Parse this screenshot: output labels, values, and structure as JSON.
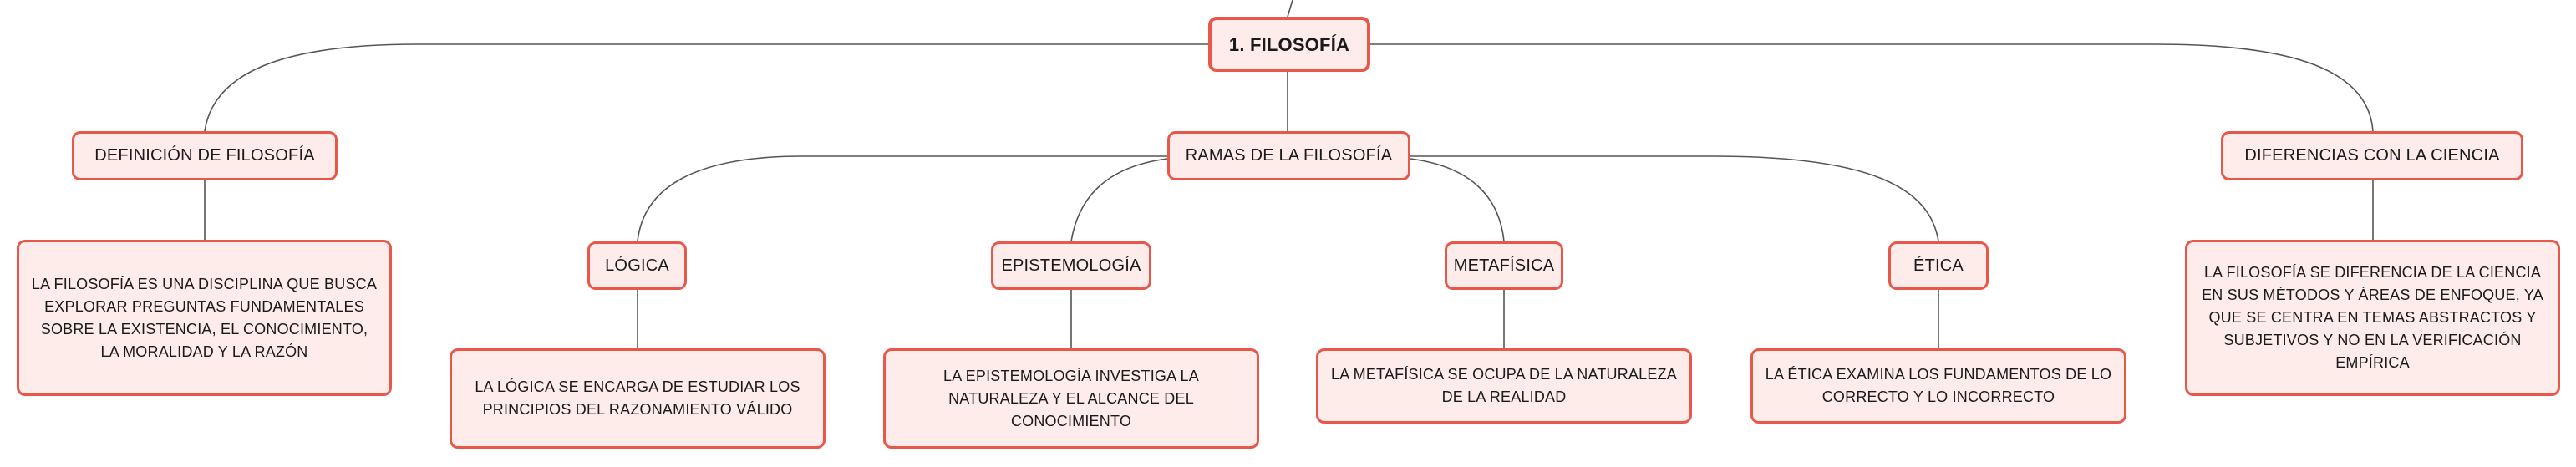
{
  "colors": {
    "border": "#e8584a",
    "fill": "#fdecea",
    "line": "#555555"
  },
  "root": {
    "label": "1. FILOSOFÍA"
  },
  "definicion": {
    "label": "DEFINICIÓN DE FILOSOFÍA",
    "text": "LA FILOSOFÍA ES UNA DISCIPLINA QUE BUSCA EXPLORAR PREGUNTAS FUNDAMENTALES SOBRE LA EXISTENCIA, EL CONOCIMIENTO, LA MORALIDAD Y LA RAZÓN"
  },
  "ramas": {
    "label": "RAMAS DE LA FILOSOFÍA",
    "items": [
      {
        "label": "LÓGICA",
        "text": "LA LÓGICA SE ENCARGA DE ESTUDIAR LOS PRINCIPIOS DEL RAZONAMIENTO VÁLIDO"
      },
      {
        "label": "EPISTEMOLOGÍA",
        "text": "LA EPISTEMOLOGÍA INVESTIGA LA NATURALEZA Y EL ALCANCE DEL CONOCIMIENTO"
      },
      {
        "label": "METAFÍSICA",
        "text": "LA METAFÍSICA SE OCUPA DE LA NATURALEZA DE LA REALIDAD"
      },
      {
        "label": "ÉTICA",
        "text": "LA ÉTICA EXAMINA LOS FUNDAMENTOS DE LO CORRECTO Y LO INCORRECTO"
      }
    ]
  },
  "diferencias": {
    "label": "DIFERENCIAS CON LA CIENCIA",
    "text": "LA FILOSOFÍA SE DIFERENCIA DE LA CIENCIA EN SUS MÉTODOS Y ÁREAS DE ENFOQUE, YA QUE SE CENTRA EN TEMAS ABSTRACTOS Y SUBJETIVOS Y NO EN LA VERIFICACIÓN EMPÍRICA"
  }
}
